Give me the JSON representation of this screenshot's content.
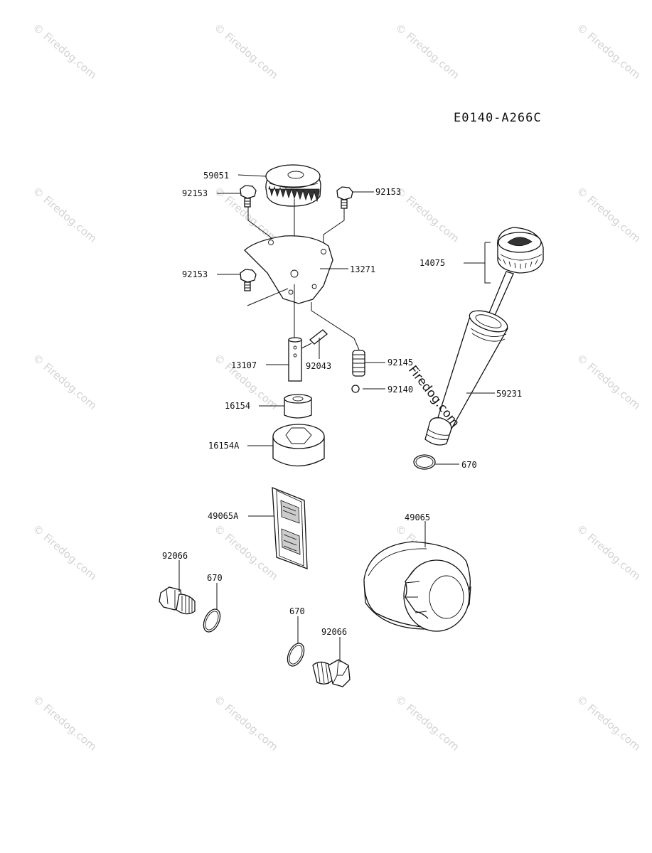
{
  "diagram": {
    "code": "E0140-A266C",
    "watermark": "© Firedog.com",
    "watermark_center": "Firedog.com",
    "labels": {
      "p59051": "59051",
      "p92153a": "92153",
      "p92153b": "92153",
      "p92153c": "92153",
      "p13271": "13271",
      "p14075": "14075",
      "p13107": "13107",
      "p92043": "92043",
      "p92145": "92145",
      "p92140": "92140",
      "p59231": "59231",
      "p16154": "16154",
      "p16154A": "16154A",
      "p670a": "670",
      "p49065A": "49065A",
      "p49065": "49065",
      "p92066a": "92066",
      "p670b": "670",
      "p670c": "670",
      "p92066b": "92066"
    }
  }
}
